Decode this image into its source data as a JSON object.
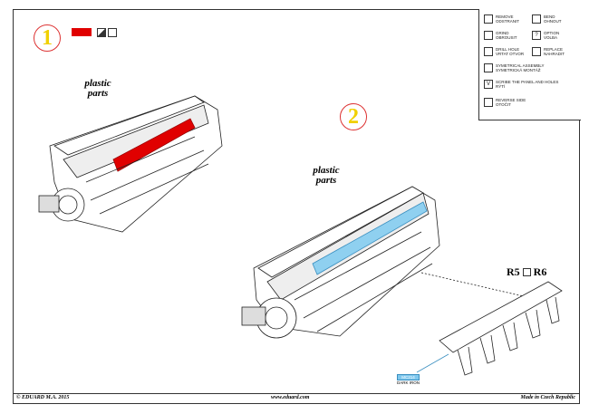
{
  "steps": [
    {
      "number": "1",
      "label": "plastic parts",
      "paint_color": "#e00000"
    },
    {
      "number": "2",
      "label": "plastic parts",
      "paint_color": "#8fd0f0"
    }
  ],
  "legend": [
    {
      "icon": "remove-icon",
      "text": "REMOVE\nODSTRANIT"
    },
    {
      "icon": "bend-icon",
      "text": "BEND\nOHNOUT"
    },
    {
      "icon": "grind-icon",
      "text": "GRIND\nOBROUSIT"
    },
    {
      "icon": "option-icon",
      "glyph": "?",
      "text": "OPTION\nVOLBA"
    },
    {
      "icon": "drill-icon",
      "text": "DRILL HOLE\nVRTAT OTVOR"
    },
    {
      "icon": "replace-icon",
      "text": "REPLACE\nNAHRADIT"
    },
    {
      "icon": "symmetrical-icon",
      "text": "SYMETRICAL ASSEMBLY\nSYMETRICKÁ MONTÁŽ"
    },
    {
      "icon": "scribe-icon",
      "glyph": "V",
      "text": "SCRIBE THE PANEL AND HOLES\nRÝTÍ"
    },
    {
      "icon": "reverse-icon",
      "text": "REVERSE SIDE\nOTOČIT"
    }
  ],
  "parts": {
    "left": "R5",
    "right": "R6"
  },
  "paint": {
    "code": "MC214",
    "name": "DARK IRON"
  },
  "footer": {
    "copyright": "© EDUARD  M.A. 2015",
    "website": "www.eduard.com",
    "origin": "Made in Czech Republic"
  }
}
